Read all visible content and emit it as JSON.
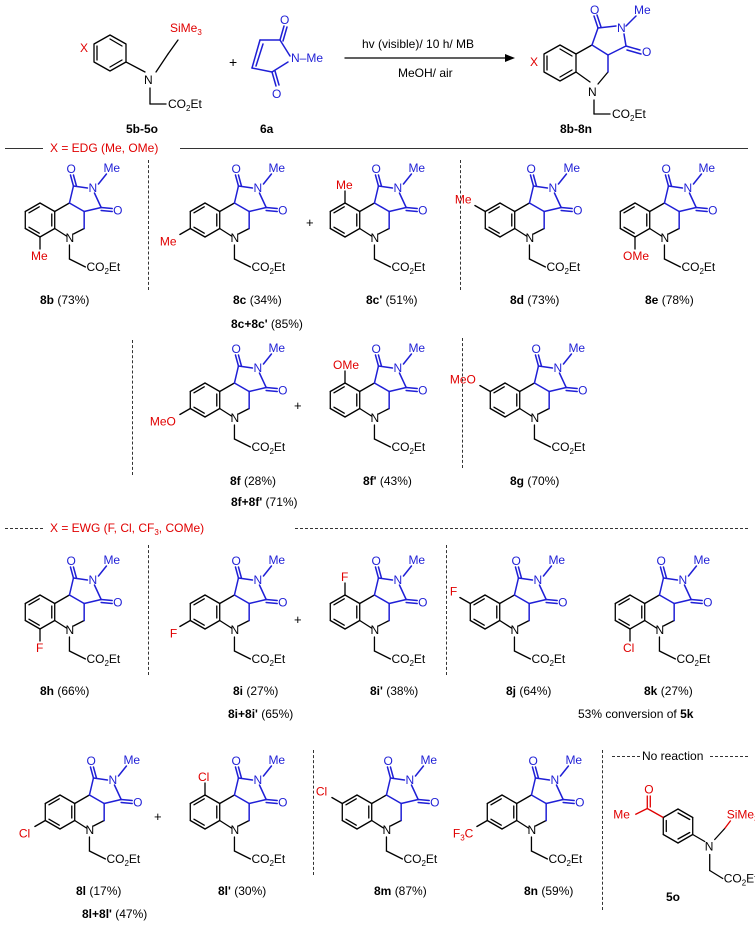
{
  "reaction": {
    "reagent1_label": "5b-5o",
    "reagent2_label": "6a",
    "product_label": "8b-8n",
    "conditions_top": "hv (visible)/ 10 h/ MB",
    "conditions_bottom": "MeOH/ air",
    "plus": "+"
  },
  "sections": {
    "edg": "X = EDG (Me, OMe)",
    "ewg": "X = EWG (F, Cl, CF3, COMe)",
    "no_reaction": "No reaction"
  },
  "compounds": [
    {
      "id": "8b",
      "yield": "(73%)"
    },
    {
      "id": "8c",
      "yield": "(34%)"
    },
    {
      "id": "8c'",
      "yield": "(51%)"
    },
    {
      "id": "8d",
      "yield": "(73%)"
    },
    {
      "id": "8e",
      "yield": "(78%)"
    },
    {
      "id": "8f",
      "yield": "(28%)"
    },
    {
      "id": "8f'",
      "yield": "(43%)"
    },
    {
      "id": "8g",
      "yield": "(70%)"
    },
    {
      "id": "8h",
      "yield": "(66%)"
    },
    {
      "id": "8i",
      "yield": "(27%)"
    },
    {
      "id": "8i'",
      "yield": "(38%)"
    },
    {
      "id": "8j",
      "yield": "(64%)"
    },
    {
      "id": "8k",
      "yield": "(27%)"
    },
    {
      "id": "8l",
      "yield": "(17%)"
    },
    {
      "id": "8l'",
      "yield": "(30%)"
    },
    {
      "id": "8m",
      "yield": "(87%)"
    },
    {
      "id": "8n",
      "yield": "(59%)"
    }
  ],
  "combined": [
    {
      "id": "8c+8c'",
      "yield": "(85%)"
    },
    {
      "id": "8f+8f'",
      "yield": "(71%)"
    },
    {
      "id": "8i+8i'",
      "yield": "(65%)"
    },
    {
      "id": "8l+8l'",
      "yield": "(47%)"
    }
  ],
  "notes": {
    "k_conversion_text": "53% conversion of ",
    "k_conversion_ref": "5k",
    "no_reaction_compound": "5o"
  },
  "atoms": {
    "me": "Me",
    "n": "N",
    "o": "O",
    "f": "F",
    "cl": "Cl",
    "ome": "OMe",
    "meo": "MeO",
    "f3c": "F3C",
    "x": "X",
    "sime3": "SiMe3",
    "co2et": "CO2Et",
    "n_me": "N–Me"
  }
}
